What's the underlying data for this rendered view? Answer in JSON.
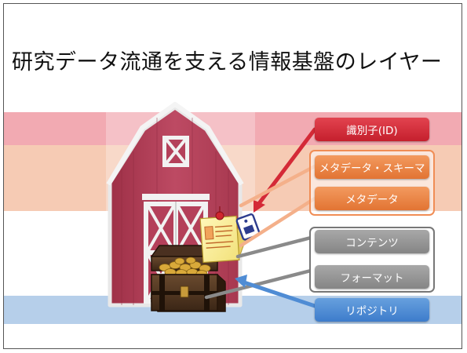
{
  "slide": {
    "title": "研究データ流通を支える情報基盤のレイヤー"
  },
  "layers": [
    {
      "label": "識別子(ID)",
      "color": "#d42a37"
    },
    {
      "label": "メタデータ・スキーマ",
      "color": "#ec8448"
    },
    {
      "label": "メタデータ",
      "color": "#ec8448"
    },
    {
      "label": "コンテンツ",
      "color": "#969696"
    },
    {
      "label": "フォーマット",
      "color": "#969696"
    },
    {
      "label": "リポジトリ",
      "color": "#4f8cd4"
    }
  ],
  "colors": {
    "band_id": "#f2aab2",
    "band_metadata": "#f6cbb4",
    "band_repository": "#b6cfea",
    "barn": "#b4405a"
  }
}
